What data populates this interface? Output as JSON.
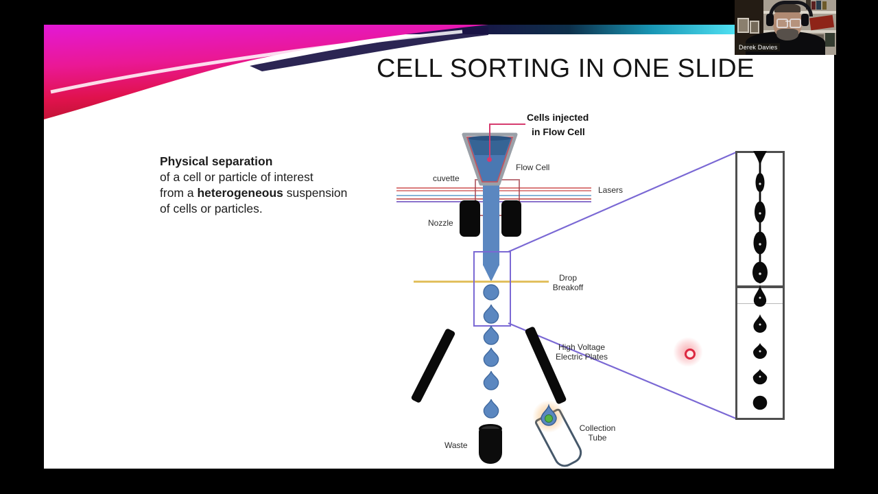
{
  "webcam": {
    "participant_name": "Derek Davies"
  },
  "slide": {
    "title": "CELL SORTING IN ONE SLIDE",
    "intro": {
      "heading": "Physical separation",
      "line2": "of a cell or particle of interest",
      "line3_pre": "from a ",
      "line3_bold": "heterogeneous",
      "line3_post": " suspension",
      "line4": "of cells or particles."
    },
    "diagram": {
      "labels": {
        "cells_injected_line1": "Cells injected",
        "cells_injected_line2": "in Flow Cell",
        "flow_cell": "Flow Cell",
        "cuvette": "cuvette",
        "lasers": "Lasers",
        "nozzle": "Nozzle",
        "drop_breakoff_line1": "Drop",
        "drop_breakoff_line2": "Breakoff",
        "hv_plates_line1": "High Voltage",
        "hv_plates_line2": "Electric Plates",
        "waste": "Waste",
        "collection_tube_line1": "Collection",
        "collection_tube_line2": "Tube"
      },
      "colors": {
        "stream_blue": "#5b87c0",
        "droplet_border": "#3f689e",
        "funnel_blue": "#4a78b2",
        "purple_outline": "#7a68d4",
        "breakoff_yellow": "#e2c05e",
        "callout_pink": "#d63a6e",
        "laser_red": "#d97a7a",
        "laser_blue": "#85b4d8",
        "laser_violet": "#8a72cc",
        "sorted_cell_green": "#55b345",
        "glow_orange": "#f4a442",
        "pointer_red": "#dc2840"
      }
    }
  }
}
